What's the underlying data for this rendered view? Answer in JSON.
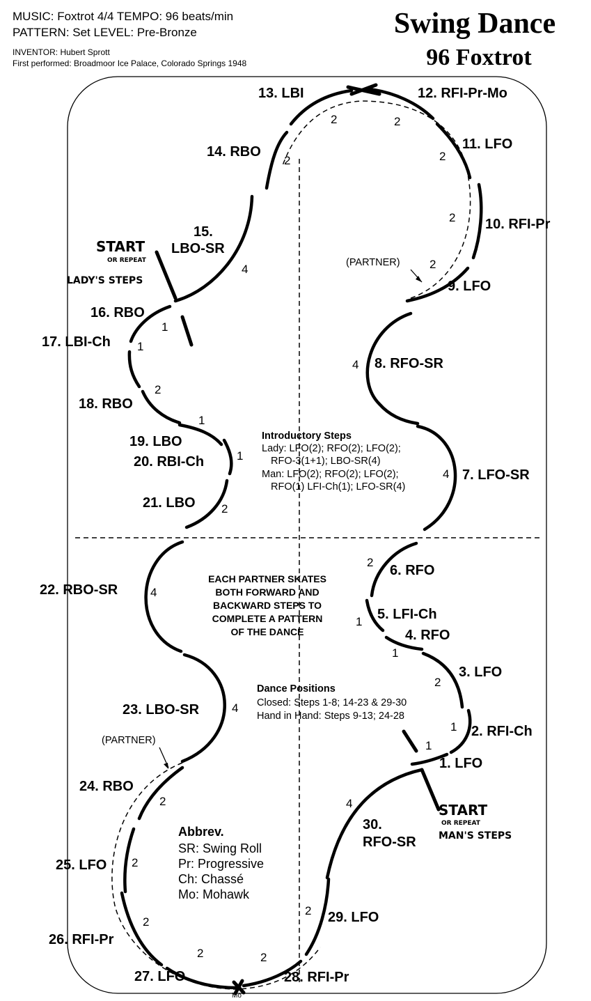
{
  "header": {
    "line1": "MUSIC: Foxtrot 4/4   TEMPO: 96 beats/min",
    "line2": "PATTERN: Set   LEVEL: Pre-Bronze",
    "inventor": "INVENTOR: Hubert Sprott",
    "first_performed": "First performed: Broadmoor Ice Palace, Colorado Springs 1948"
  },
  "title": "Swing Dance",
  "subtitle": "96 Foxtrot",
  "steps": {
    "s1": "1. LFO",
    "s2": "2. RFI-Ch",
    "s3": "3. LFO",
    "s4": "4. RFO",
    "s5": "5. LFI-Ch",
    "s6": "6. RFO",
    "s7": "7. LFO-SR",
    "s8": "8. RFO-SR",
    "s9": "9. LFO",
    "s10": "10. RFI-Pr",
    "s11": "11. LFO",
    "s12": "12. RFI-Pr-Mo",
    "s13": "13. LBI",
    "s14": "14. RBO",
    "s15a": "15.",
    "s15b": "LBO-SR",
    "s16": "16. RBO",
    "s17": "17. LBI-Ch",
    "s18": "18. RBO",
    "s19": "19. LBO",
    "s20": "20. RBI-Ch",
    "s21": "21. LBO",
    "s22": "22. RBO-SR",
    "s23": "23. LBO-SR",
    "s24": "24. RBO",
    "s25": "25. LFO",
    "s26": "26. RFI-Pr",
    "s27": "27. LFO",
    "s28": "28. RFI-Pr",
    "s29": "29. LFO",
    "s30a": "30.",
    "s30b": "RFO-SR"
  },
  "beats": {
    "b13": "2",
    "b12": "2",
    "b14": "2",
    "b11": "2",
    "b10": "2",
    "b9": "2",
    "b15": "4",
    "b16": "1",
    "b17": "1",
    "b18": "2",
    "b19": "1",
    "b20": "1",
    "b21": "2",
    "b8": "4",
    "b7": "4",
    "b6": "2",
    "b5": "1",
    "b4": "1",
    "b3": "2",
    "b2": "1",
    "b1": "1",
    "b22": "4",
    "b23": "4",
    "b24": "2",
    "b25": "2",
    "b26": "2",
    "b27": "2",
    "b28": "2",
    "b29": "2",
    "b30": "4"
  },
  "labels": {
    "partner": "(PARTNER)",
    "start": "START",
    "or_repeat": "OR REPEAT",
    "ladys_steps": "LADY'S STEPS",
    "mans_steps": "MAN'S STEPS",
    "mohawk_mark": "Mo"
  },
  "intro": {
    "heading": "Introductory Steps",
    "lady1": "Lady: LFO(2); RFO(2); LFO(2);",
    "lady2": "RFO-3(1+1); LBO-SR(4)",
    "man1": "Man: LFO(2); RFO(2); LFO(2);",
    "man2": "RFO(1) LFI-Ch(1); LFO-SR(4)"
  },
  "partner_note": [
    "EACH PARTNER SKATES",
    "BOTH FORWARD AND",
    "BACKWARD STEPS TO",
    "COMPLETE A PATTERN",
    "OF THE DANCE"
  ],
  "positions": {
    "heading": "Dance Positions",
    "closed": "Closed: Steps 1-8; 14-23 & 29-30",
    "hand": "Hand in Hand: Steps 9-13; 24-28"
  },
  "abbrev": {
    "heading": "Abbrev.",
    "items": [
      "SR: Swing Roll",
      "Pr: Progressive",
      "Ch: Chassé",
      "Mo: Mohawk"
    ]
  }
}
